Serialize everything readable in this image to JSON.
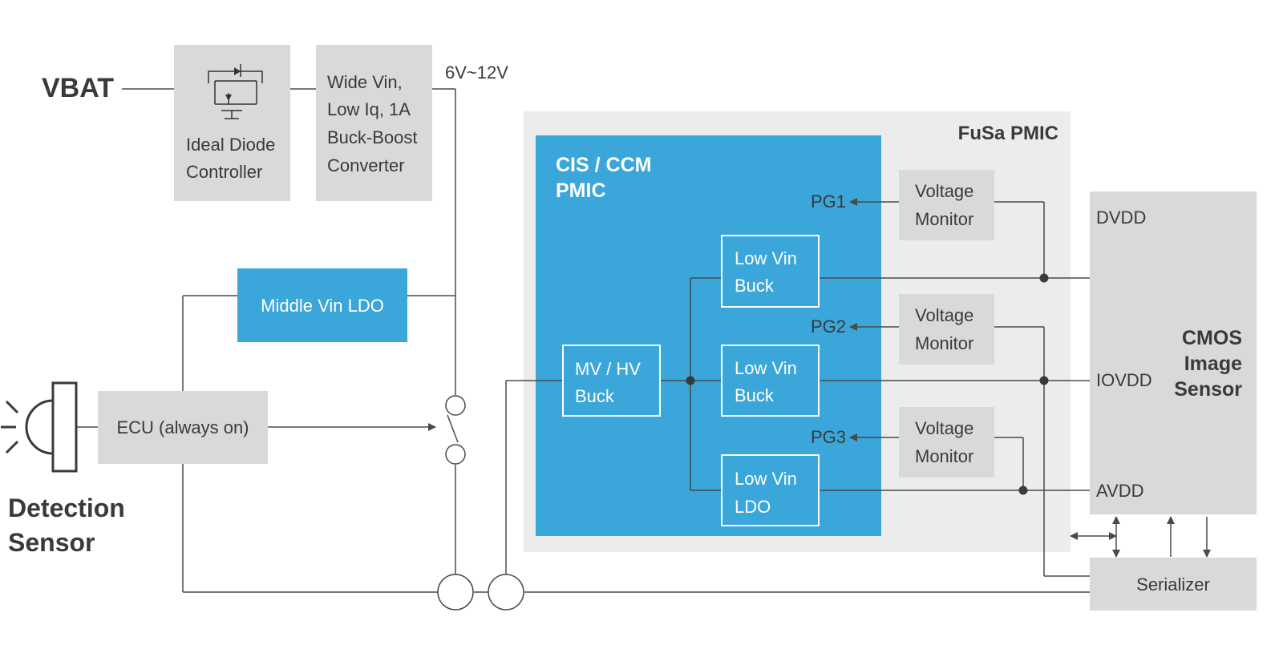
{
  "vbat": {
    "label": "VBAT"
  },
  "voltage_range": "6V~12V",
  "ideal_diode": {
    "line1": "Ideal Diode",
    "line2": "Controller"
  },
  "buck_boost": {
    "line1": "Wide Vin,",
    "line2": "Low Iq, 1A",
    "line3": "Buck-Boost",
    "line4": "Converter"
  },
  "middle_ldo": {
    "label": "Middle Vin LDO"
  },
  "ecu": {
    "label": "ECU (always on)"
  },
  "detection_sensor": {
    "line1": "Detection",
    "line2": "Sensor"
  },
  "fusa_pmic": {
    "label": "FuSa PMIC"
  },
  "cis_pmic": {
    "line1": "CIS / CCM",
    "line2": "PMIC"
  },
  "mv_hv_buck": {
    "line1": "MV / HV",
    "line2": "Buck"
  },
  "low_vin_buck_1": {
    "line1": "Low Vin",
    "line2": "Buck"
  },
  "low_vin_buck_2": {
    "line1": "Low Vin",
    "line2": "Buck"
  },
  "low_vin_ldo": {
    "line1": "Low Vin",
    "line2": "LDO"
  },
  "power_good": {
    "pg1": "PG1",
    "pg2": "PG2",
    "pg3": "PG3"
  },
  "voltage_monitor": {
    "line1": "Voltage",
    "line2": "Monitor"
  },
  "cmos_sensor": {
    "line1": "CMOS",
    "line2": "Image",
    "line3": "Sensor"
  },
  "rails": {
    "dvdd": "DVDD",
    "iovdd": "IOVDD",
    "avdd": "AVDD"
  },
  "serializer": {
    "label": "Serializer"
  },
  "colors": {
    "blue": "#3aa6da",
    "gray_box": "#d9d9d9",
    "pmic_bg": "#ececec",
    "text": "#3a3a3a",
    "wire": "#4a4a4a"
  }
}
